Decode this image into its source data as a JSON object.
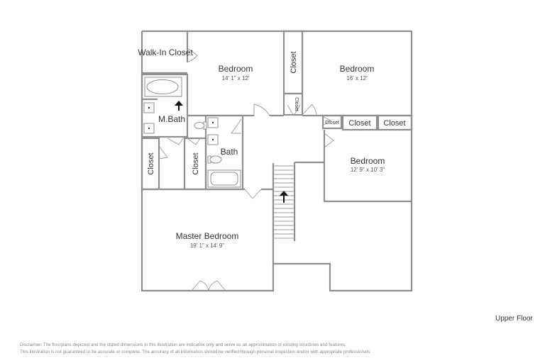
{
  "rooms": {
    "walk_in_closet": "Walk-In Closet",
    "bedroom_nw": {
      "name": "Bedroom",
      "dims": "14' 1\" x 12'"
    },
    "bedroom_ne": {
      "name": "Bedroom",
      "dims": "16' x 12'"
    },
    "bedroom_e": {
      "name": "Bedroom",
      "dims": "12' 9\" x 10' 3\""
    },
    "master_bedroom": {
      "name": "Master Bedroom",
      "dims": "19' 1\" x 14' 9\""
    },
    "master_bath": "M.Bath",
    "bath": "Bath",
    "closet": "Closet"
  },
  "floor_label": "Upper Floor",
  "disclaimer": {
    "line1": "Disclaimer: The floorplans depicted and the stated dimensions in this illustration are indicative only and serve as an approximation of existing structures and features.",
    "line2": "This illustration is not guaranteed to be accurate or complete. The accuracy of all information should be verified through personal inspection and/or with appropriate professionals."
  }
}
